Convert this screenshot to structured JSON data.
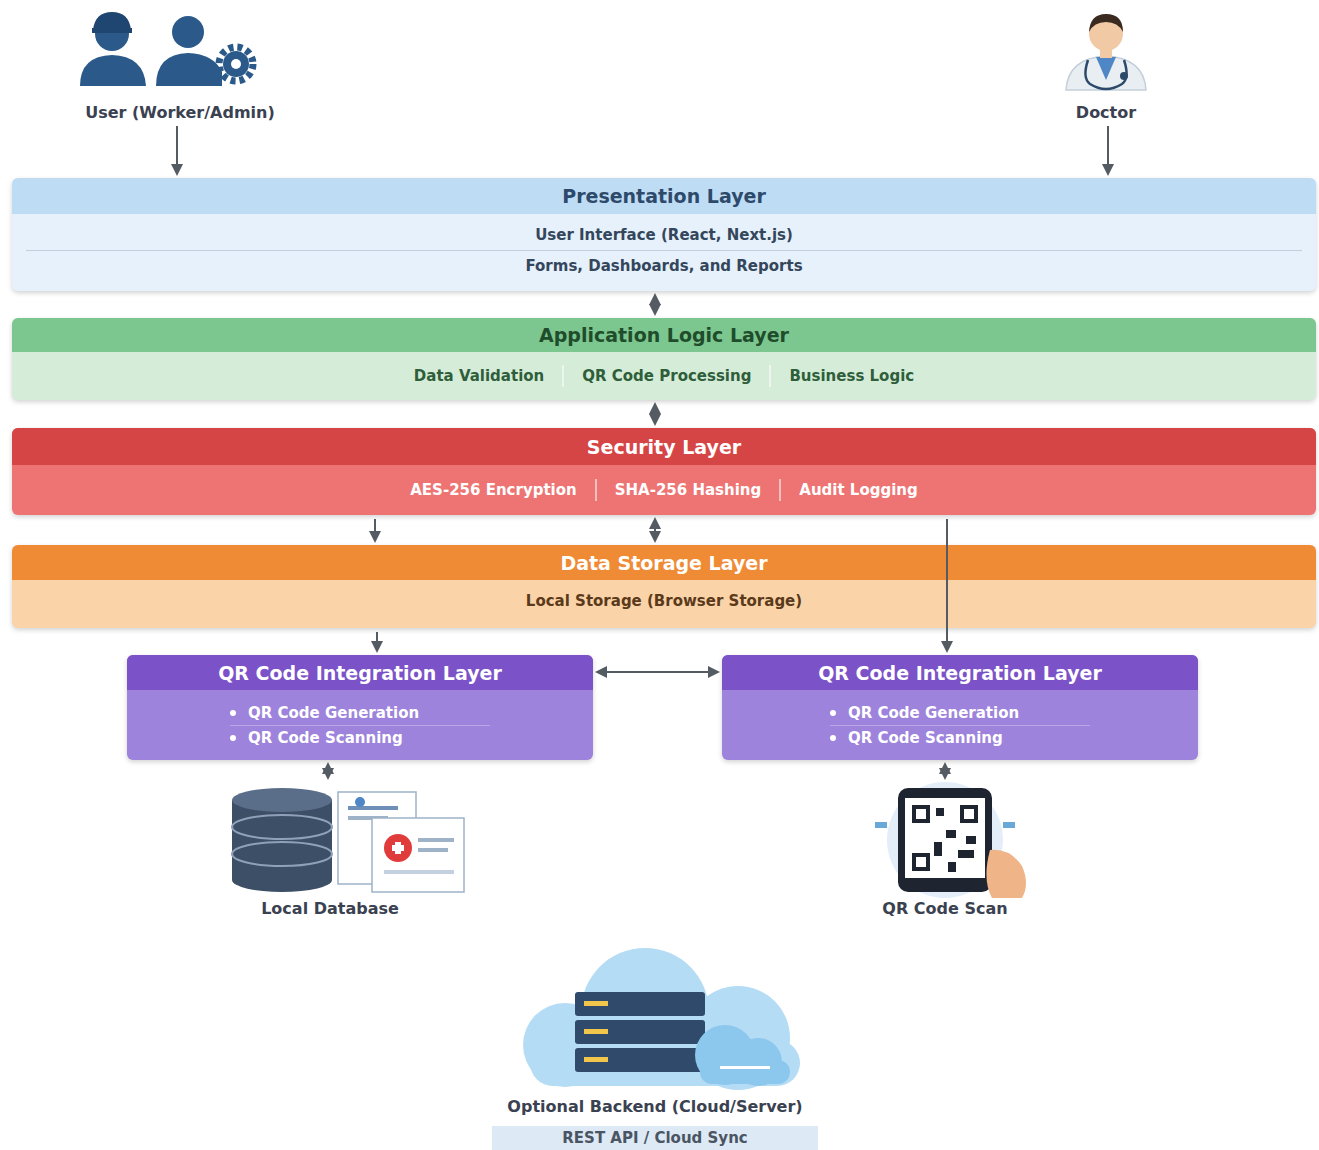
{
  "diagram": {
    "nodes": [
      {
        "text": [
          "User (Worker/Admin)"
        ]
      },
      {
        "text": [
          "Doctor"
        ]
      },
      {
        "text": [
          "Presentation Layer",
          "User Interface (React, Next.js)",
          "Forms, Dashboards, and Reports"
        ]
      },
      {
        "text": [
          "Application Logic Layer",
          "Data Validation",
          "QR Code Processing",
          "Business Logic"
        ]
      },
      {
        "text": [
          "Security Layer",
          "AES-256 Encryption",
          "SHA-256 Hashing",
          "Audit Logging"
        ]
      },
      {
        "text": [
          "Data Storage Layer",
          "Local Storage (Browser Storage)"
        ]
      },
      {
        "text": [
          "QR Code Integration Layer",
          "QR Code Generation",
          "QR Code Scanning"
        ]
      },
      {
        "text": [
          "QR Code Integration Layer",
          "QR Code Generation",
          "QR Code Scanning"
        ]
      },
      {
        "text": [
          "Local Database"
        ]
      },
      {
        "text": [
          "QR Code Scan"
        ]
      },
      {
        "text": [
          "Optional Backend (Cloud/Server)",
          "REST API / Cloud Sync"
        ]
      }
    ],
    "edges": [
      {
        "from": 0,
        "to": 2,
        "arrow": "to"
      },
      {
        "from": 1,
        "to": 2,
        "arrow": "to"
      },
      {
        "from": 2,
        "to": 3,
        "arrow": "both"
      },
      {
        "from": 3,
        "to": 4,
        "arrow": "both"
      },
      {
        "from": 4,
        "to": 5,
        "arrow": "to"
      },
      {
        "from": 4,
        "to": 5,
        "arrow": "both"
      },
      {
        "from": 4,
        "to": 7,
        "arrow": "to"
      },
      {
        "from": 5,
        "to": 6,
        "arrow": "to"
      },
      {
        "from": 6,
        "to": 7,
        "arrow": "both"
      },
      {
        "from": 6,
        "to": 8,
        "arrow": "both"
      },
      {
        "from": 7,
        "to": 9,
        "arrow": "both"
      }
    ]
  }
}
